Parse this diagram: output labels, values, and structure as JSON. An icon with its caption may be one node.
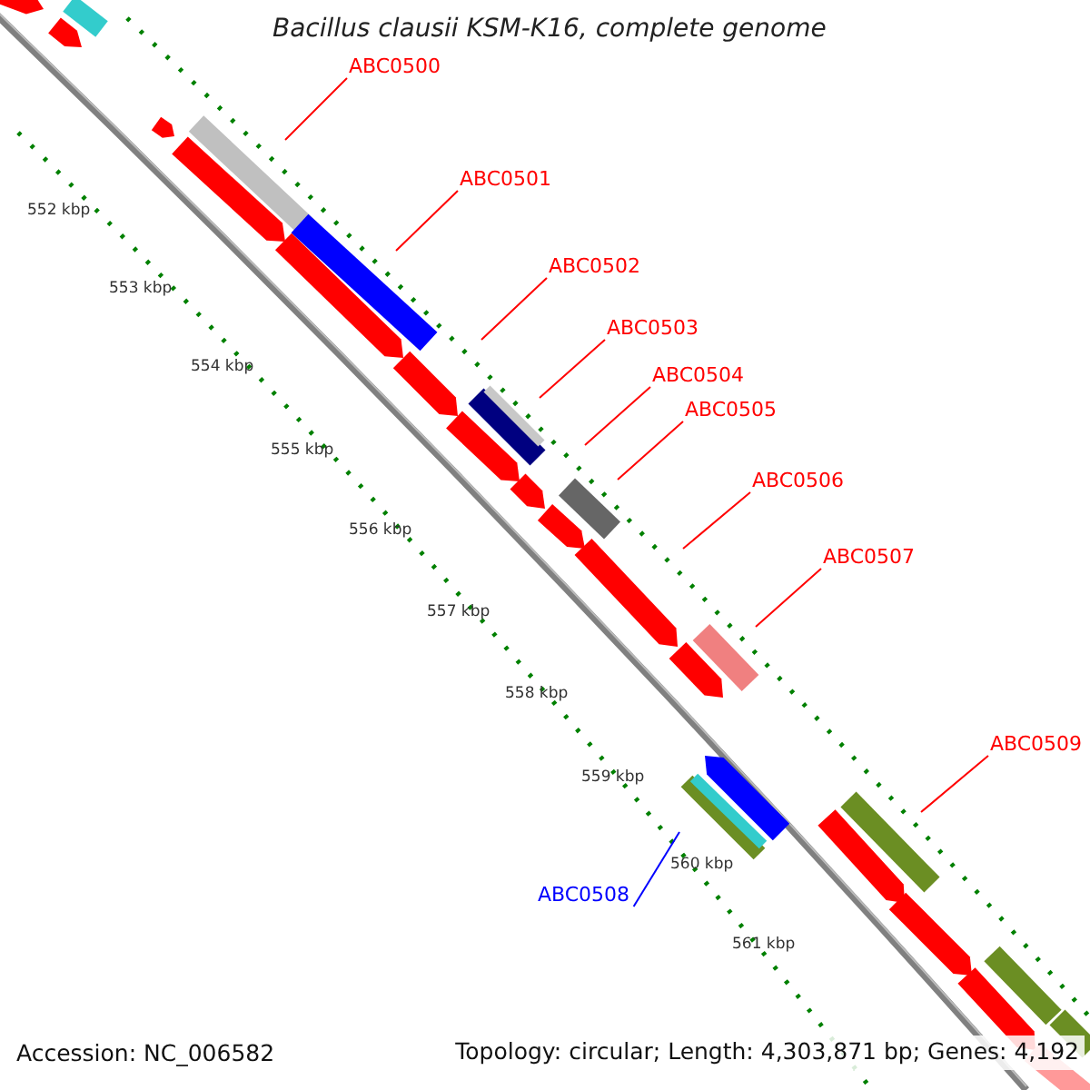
{
  "diagram": {
    "title": "Bacillus clausii KSM-K16, complete genome",
    "nodes": [
      {
        "text": [
          "ABC0500"
        ]
      },
      {
        "text": [
          "ABC0501"
        ]
      },
      {
        "text": [
          "ABC0502"
        ]
      },
      {
        "text": [
          "ABC0503"
        ]
      },
      {
        "text": [
          "ABC0504"
        ]
      },
      {
        "text": [
          "ABC0505"
        ]
      },
      {
        "text": [
          "ABC0506"
        ]
      },
      {
        "text": [
          "ABC0507"
        ]
      },
      {
        "text": [
          "ABC0509"
        ]
      },
      {
        "text": [
          "ABC0508"
        ]
      }
    ],
    "edges": [
      {
        "from": 0,
        "to": null,
        "arrow": "none"
      },
      {
        "from": 1,
        "to": null,
        "arrow": "none"
      },
      {
        "from": 2,
        "to": null,
        "arrow": "none"
      },
      {
        "from": 3,
        "to": null,
        "arrow": "none"
      },
      {
        "from": 4,
        "to": null,
        "arrow": "none"
      },
      {
        "from": 5,
        "to": null,
        "arrow": "none"
      },
      {
        "from": 6,
        "to": null,
        "arrow": "none"
      },
      {
        "from": 7,
        "to": null,
        "arrow": "none"
      },
      {
        "from": 8,
        "to": null,
        "arrow": "none"
      },
      {
        "from": 9,
        "to": null,
        "arrow": "none",
        "color": "#0000ff"
      }
    ],
    "labels": [
      "552 kbp",
      "553 kbp",
      "554 kbp",
      "555 kbp",
      "556 kbp",
      "557 kbp",
      "558 kbp",
      "559 kbp",
      "560 kbp",
      "561 kbp",
      "Accession: NC_006582",
      "Topology: circular; Length: 4,303,871 bp; Genes: 4,192"
    ]
  }
}
